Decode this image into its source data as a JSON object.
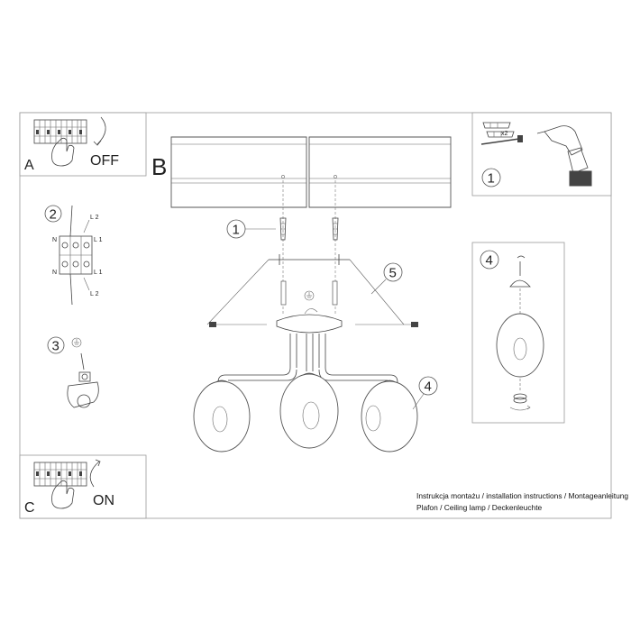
{
  "panels": {
    "a": {
      "letter": "A",
      "action": "OFF"
    },
    "b": {
      "letter": "B"
    },
    "c": {
      "letter": "C",
      "action": "ON"
    }
  },
  "steps": {
    "step1": "1",
    "step1_tools": "1",
    "step2": "2",
    "step3": "3",
    "step4_inset": "4",
    "step4": "4",
    "step5": "5"
  },
  "wiring": {
    "l2_top": "L 2",
    "n_top": "N",
    "l1_top": "L 1",
    "n_bottom": "N",
    "l1_bottom": "L 1",
    "l2_bottom": "L 2"
  },
  "tools": {
    "multiplier": "x2"
  },
  "caption": {
    "line1": "Instrukcja montażu / installation instructions / Montageanleitung",
    "line2": "Plafon / Ceiling lamp / Deckenleuchte"
  }
}
